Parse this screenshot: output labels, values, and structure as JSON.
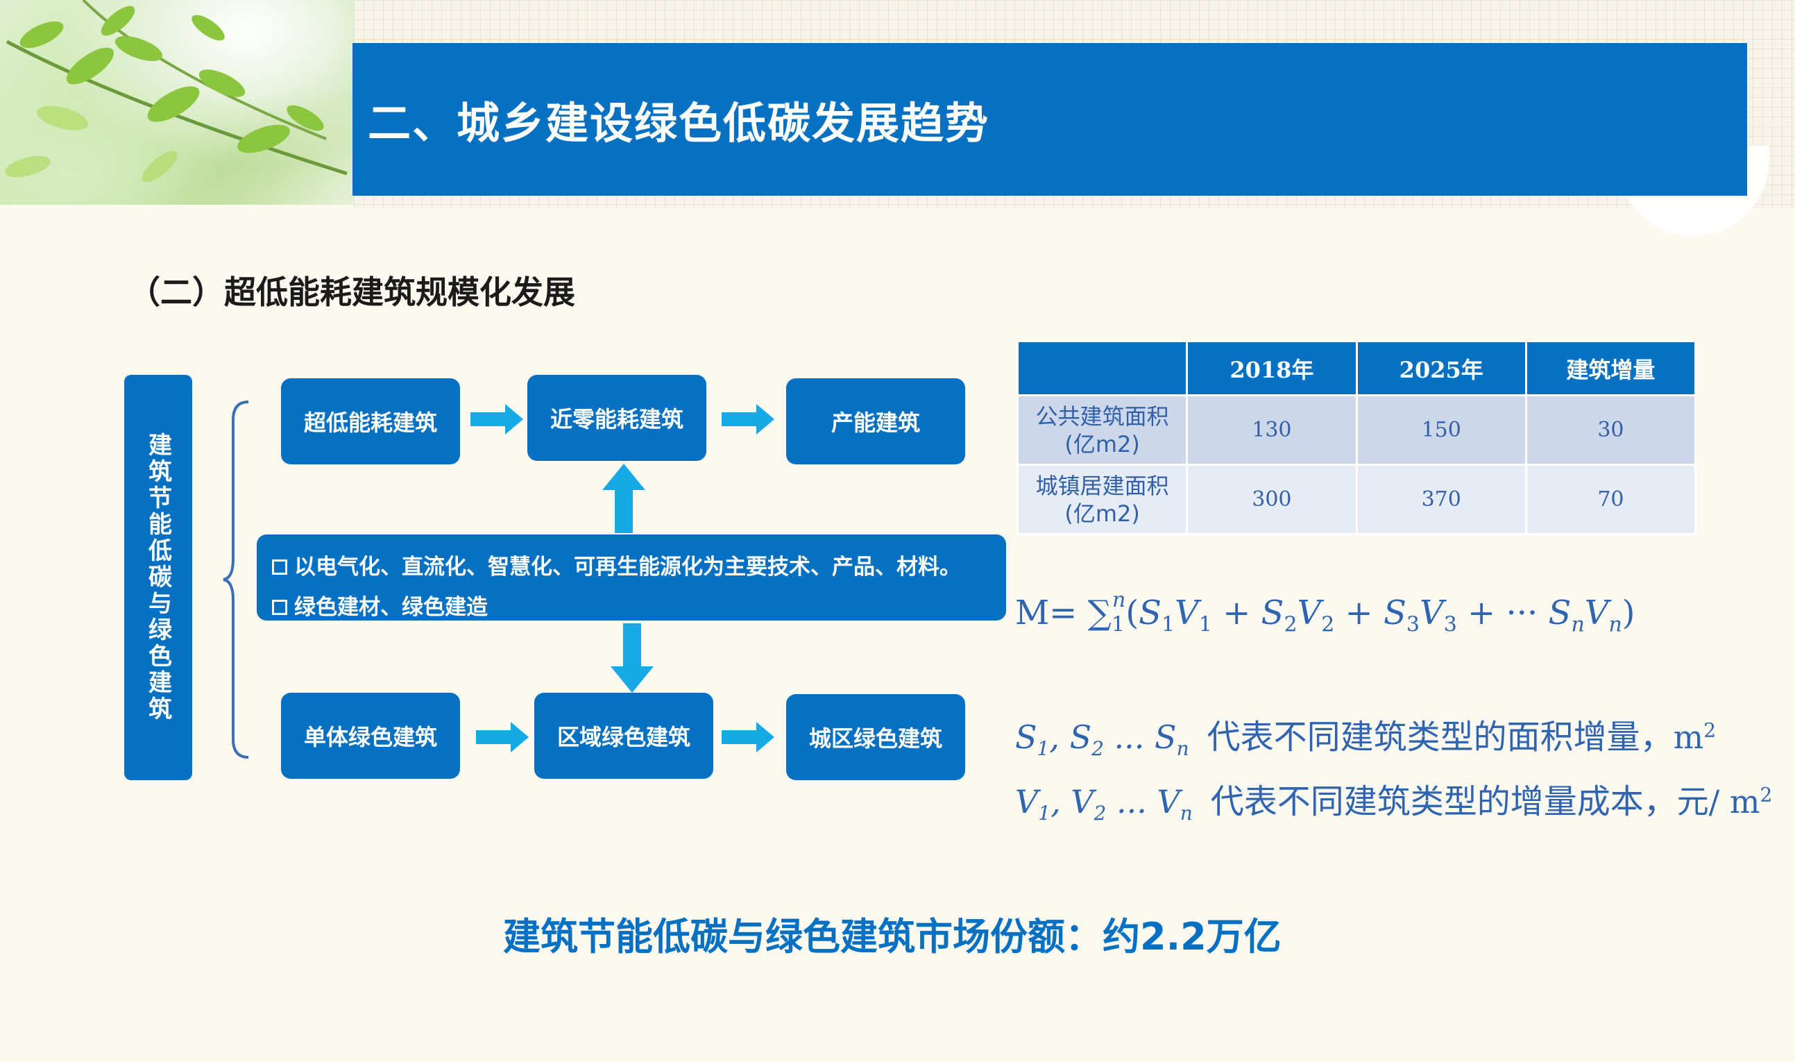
{
  "header": {
    "title": "二、城乡建设绿色低碳发展趋势"
  },
  "section": {
    "title": "（二）超低能耗建筑规模化发展"
  },
  "side_label": "建筑节能低碳与绿色建筑",
  "flow": {
    "top_row": [
      "超低能耗建筑",
      "近零能耗建筑",
      "产能建筑"
    ],
    "bottom_row": [
      "单体绿色建筑",
      "区域绿色建筑",
      "城区绿色建筑"
    ],
    "tech_points": [
      "以电气化、直流化、智慧化、可再生能源化为主要技术、产品、材料。",
      "绿色建材、绿色建造"
    ]
  },
  "table": {
    "headers": [
      "",
      "2018年",
      "2025年",
      "建筑增量"
    ],
    "rows": [
      {
        "label_line1": "公共建筑面积",
        "label_line2": "(亿m2)",
        "v2018": "130",
        "v2025": "150",
        "increase": "30"
      },
      {
        "label_line1": "城镇居建面积",
        "label_line2": "(亿m2)",
        "v2018": "300",
        "v2025": "370",
        "increase": "70"
      }
    ]
  },
  "formula": {
    "prefix": "M=",
    "legend_s_desc": "代表不同建筑类型的面积增量，",
    "legend_s_unit": "m",
    "legend_v_desc": "代表不同建筑类型的增量成本，",
    "legend_v_unit": "元/ m"
  },
  "conclusion": "建筑节能低碳与绿色建筑市场份额：约2.2万亿",
  "colors": {
    "primary_blue": "#0670c2",
    "arrow_cyan": "#17a9e6",
    "formula_blue": "#2f64b1",
    "background": "#fcf9f0"
  }
}
